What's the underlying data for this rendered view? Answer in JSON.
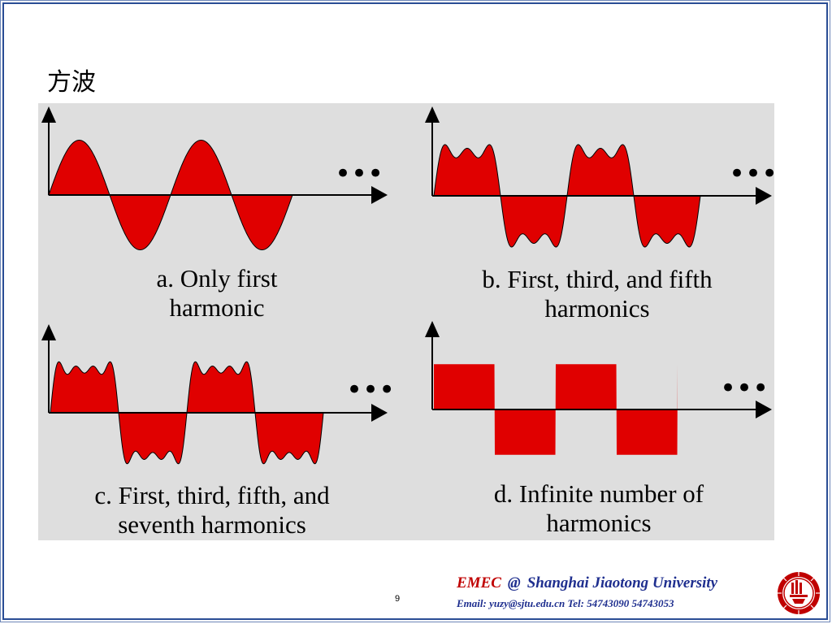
{
  "slide": {
    "title": "方波",
    "page_number": "9"
  },
  "panels": [
    {
      "id": "a",
      "caption_line1": "a. Only first",
      "caption_line2": "harmonic",
      "harmonics": [
        1
      ],
      "ellipsis": "•••"
    },
    {
      "id": "b",
      "caption_line1": "b. First, third, and fifth",
      "caption_line2": "harmonics",
      "harmonics": [
        1,
        3,
        5
      ],
      "ellipsis": "•••"
    },
    {
      "id": "c",
      "caption_line1": "c. First, third, fifth, and",
      "caption_line2": "seventh harmonics",
      "harmonics": [
        1,
        3,
        5,
        7
      ],
      "ellipsis": "•••"
    },
    {
      "id": "d",
      "caption_line1": "d. Infinite number of",
      "caption_line2": "harmonics",
      "harmonics": "infinite",
      "ellipsis": "•••"
    }
  ],
  "footer": {
    "org": "EMEC",
    "at": "@",
    "university": "Shanghai Jiaotong University",
    "contact": "Email: yuzy@sjtu.edu.cn  Tel: 54743090 54743053"
  },
  "colors": {
    "wave_fill": "#e00000",
    "figure_bg": "#dedede",
    "frame": "#2a4d95",
    "footer_red": "#c00000",
    "footer_blue": "#1f2f8f"
  }
}
